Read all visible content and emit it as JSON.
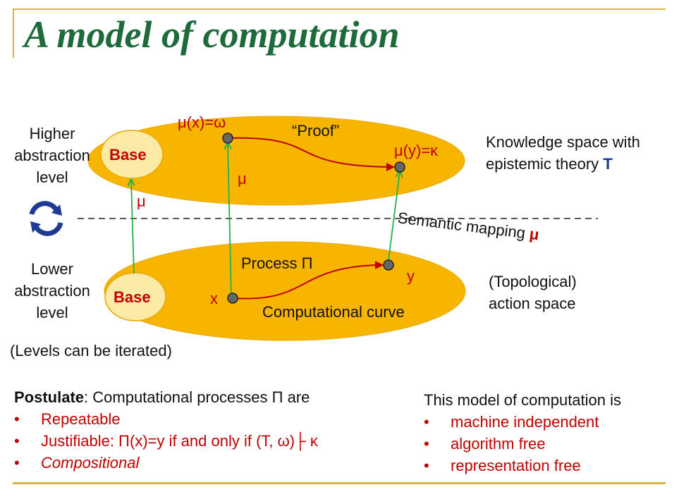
{
  "slide": {
    "title": "A model of computation"
  },
  "diagram": {
    "higher_level_label": "Higher\nabstraction\nlevel",
    "lower_level_label": "Lower\nabstraction\nlevel",
    "base_upper": "Base",
    "base_lower": "Base",
    "mu_x_omega": "μ(x)=ω",
    "mu_y_kappa": "μ(y)=κ",
    "proof": "“Proof”",
    "mu_left": "μ",
    "mu_middle": "μ",
    "semantic_mapping_text": "Semantic mapping",
    "semantic_mapping_symbol": "μ",
    "process": "Process Π",
    "x": "x",
    "y": "y",
    "computational_curve": "Computational curve",
    "knowledge_space_line1": "Knowledge space with",
    "knowledge_space_line2": "epistemic theory",
    "knowledge_space_T": "T",
    "action_space_line1": "(Topological)",
    "action_space_line2": "action space",
    "levels_iterated": "(Levels can be iterated)",
    "colors": {
      "ellipse_fill": "#f7b500",
      "base_fill": "#fbe9a6",
      "red_text": "#c00000",
      "green_arrow": "#22b14c",
      "curve": "#c00000"
    }
  },
  "postulate": {
    "label": "Postulate",
    "text": ": Computational processes Π  are",
    "items": [
      "Repeatable",
      "Justifiable:  Π(x)=y if and only if (T, ω)├ κ",
      "Compositional"
    ]
  },
  "model": {
    "heading": "This model of computation is",
    "items": [
      "machine independent",
      "algorithm free",
      "representation free"
    ]
  }
}
